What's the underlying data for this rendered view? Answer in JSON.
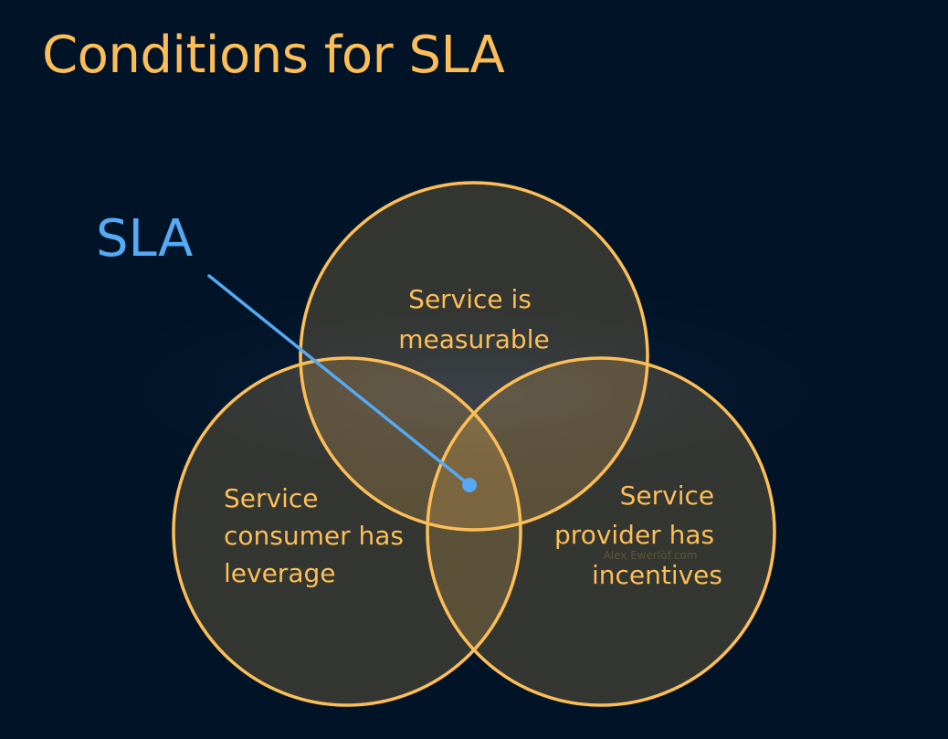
{
  "slide": {
    "title": "Conditions for SLA"
  },
  "diagram": {
    "type": "venn",
    "sets": [
      {
        "id": "top",
        "label_lines": [
          "Service is",
          "measurable"
        ]
      },
      {
        "id": "left",
        "label_lines": [
          "Service",
          "consumer has",
          "leverage"
        ]
      },
      {
        "id": "right",
        "label_lines": [
          "Service",
          "provider has",
          "incentives"
        ]
      }
    ],
    "intersection_callout": {
      "label": "SLA",
      "points_to": "intersection of all three sets"
    },
    "watermark": "Alex Ewerlöf.com"
  },
  "colors": {
    "background": "#011427",
    "accent": "#FDBE58",
    "callout": "#56A9F3",
    "circle_fill": "#FDBE58"
  }
}
